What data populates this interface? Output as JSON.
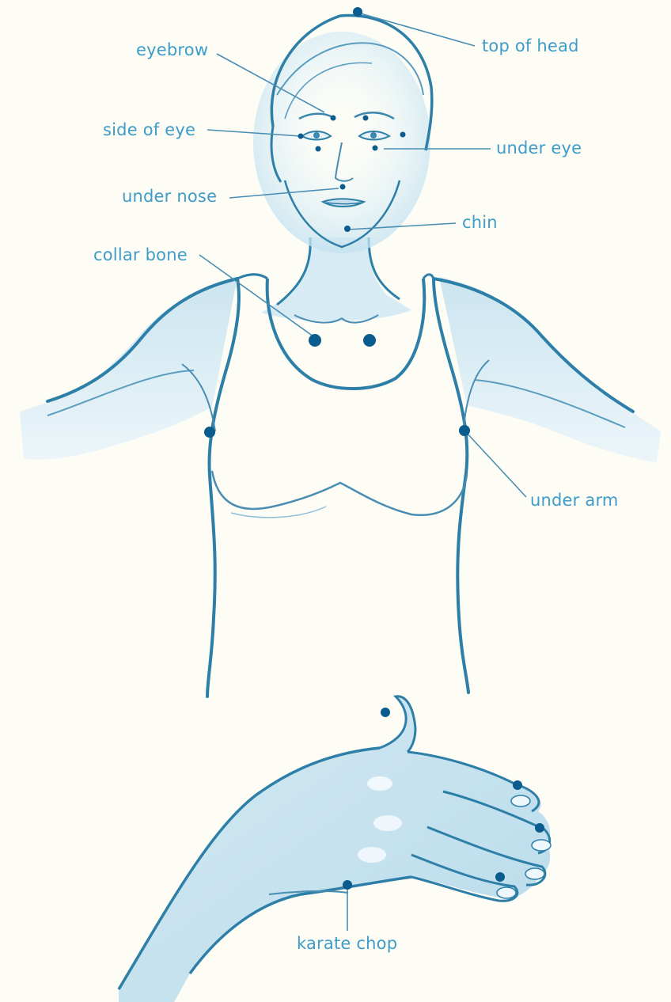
{
  "labels": {
    "top_of_head": "top of head",
    "eyebrow": "eyebrow",
    "side_of_eye": "side of eye",
    "under_eye": "under eye",
    "under_nose": "under nose",
    "chin": "chin",
    "collar_bone": "collar bone",
    "under_arm": "under arm",
    "karate_chop": "karate chop"
  },
  "colors": {
    "background": "#fdfdf6",
    "label_text": "#3d9cc8",
    "leader_line": "#4a8db3",
    "point_marker": "#0a5c8e",
    "sketch_stroke": "#2d7fa8",
    "skin_shade": "#cfe6f1"
  }
}
